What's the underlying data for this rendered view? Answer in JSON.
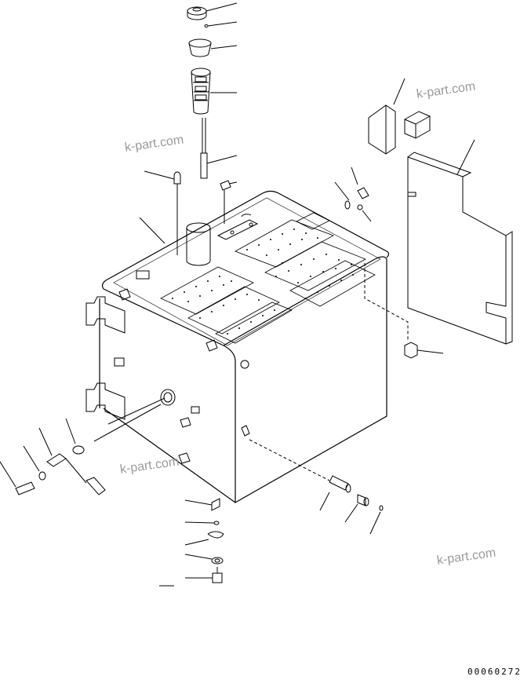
{
  "watermarks": [
    "k-part.com",
    "k-part.com",
    "k-part.com",
    "k-part.com"
  ],
  "drawing_number": "00060272",
  "colors": {
    "line": "#000000",
    "watermark": "#9a9a9a",
    "background": "#ffffff"
  }
}
